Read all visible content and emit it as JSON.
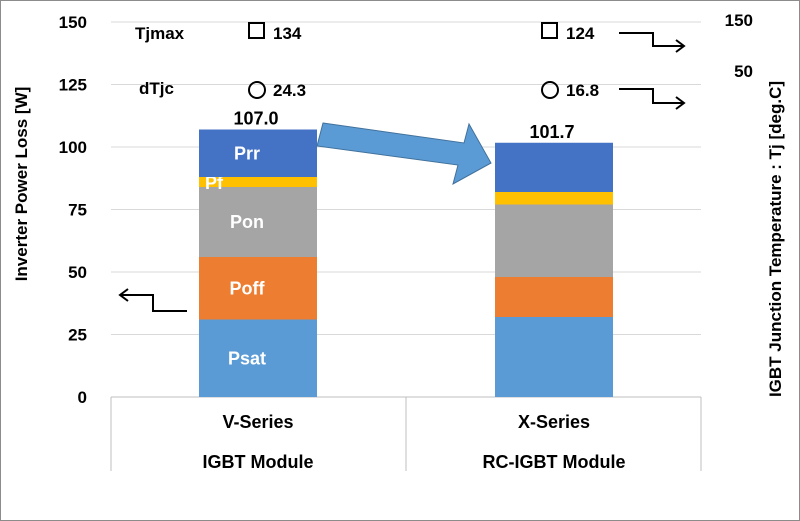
{
  "chart_data": {
    "type": "bar",
    "stacked": true,
    "ylabel": "Inverter Power Loss [W]",
    "y2label": "IGBT Junction Temperature : Tj [deg.C]",
    "ylim": [
      0,
      150
    ],
    "yticks": [
      0,
      25,
      50,
      75,
      100,
      125,
      150
    ],
    "y2ticks": [
      "150",
      "50"
    ],
    "categories": [
      "V-Series",
      "X-Series"
    ],
    "category_sublabels": [
      "IGBT Module",
      "RC-IGBT Module"
    ],
    "totals": [
      "107.0",
      "101.7"
    ],
    "series": [
      {
        "name": "Psat",
        "color": "#5b9bd5",
        "values": [
          31,
          32
        ]
      },
      {
        "name": "Poff",
        "color": "#ed7d31",
        "values": [
          25,
          16
        ]
      },
      {
        "name": "Pon",
        "color": "#a5a5a5",
        "values": [
          28,
          29
        ]
      },
      {
        "name": "Pf",
        "color": "#ffc000",
        "values": [
          4,
          5
        ]
      },
      {
        "name": "Prr",
        "color": "#4472c4",
        "values": [
          19,
          19.7
        ]
      }
    ],
    "segment_labels_shown_on": "V-Series",
    "annotations": {
      "tjmax": {
        "label": "Tjmax",
        "values": [
          "134",
          "124"
        ]
      },
      "dtjc": {
        "label": "dTjc",
        "values": [
          "24.3",
          "16.8"
        ]
      }
    },
    "grid": true,
    "grid_lines": "horizontal",
    "arrow_color": "#5b9bd5"
  }
}
